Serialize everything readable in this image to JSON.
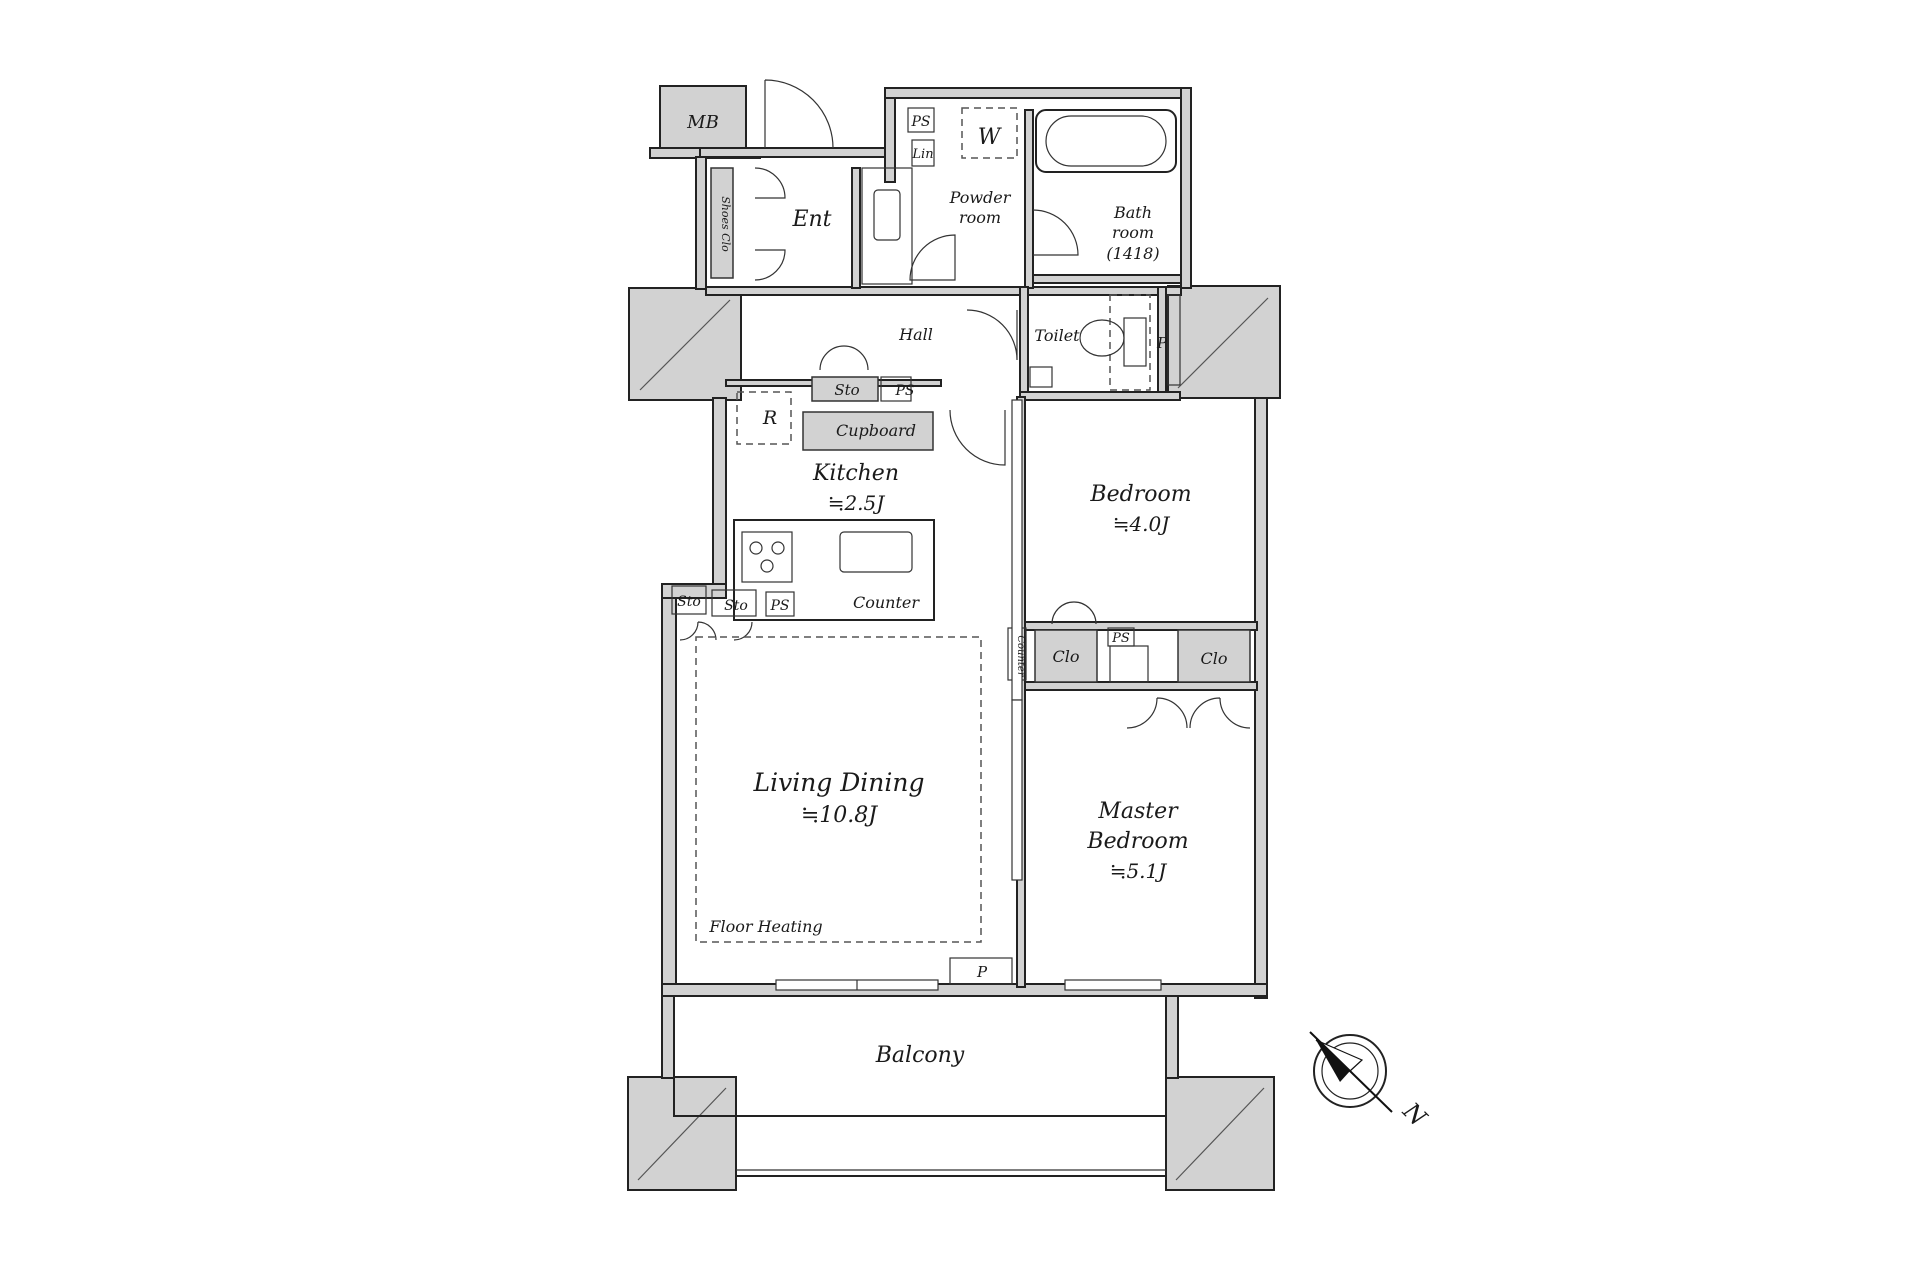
{
  "rooms": {
    "mb": "MB",
    "entrance": "Ent",
    "shoes_closet": "Shoes Clo",
    "ps_top": "PS",
    "linen": "Lin",
    "washer": "W",
    "powder_room": [
      "Powder",
      "room"
    ],
    "bathroom": [
      "Bath",
      "room",
      "(1418)"
    ],
    "hall": "Hall",
    "toilet": "Toilet",
    "toilet_p": "P",
    "storage_hall": "Sto",
    "ps_hall": "PS",
    "refrigerator": "R",
    "cupboard": "Cupboard",
    "kitchen": {
      "name": "Kitchen",
      "size": "≒2.5J"
    },
    "storage_1": "Sto",
    "storage_2": "Sto",
    "ps_kitchen": "PS",
    "counter": "Counter",
    "bedroom": {
      "name": "Bedroom",
      "size": "≒4.0J"
    },
    "closet_1": "Clo",
    "closet_2": "Clo",
    "ps_bedroom": "PS",
    "counter_vertical": "Counter",
    "living_dining": {
      "name": "Living Dining",
      "size": "≒10.8J"
    },
    "floor_heating": "Floor Heating",
    "p_living": "P",
    "master_bedroom": {
      "name_line1": "Master",
      "name_line2": "Bedroom",
      "size": "≒5.1J"
    },
    "balcony": "Balcony"
  },
  "compass": {
    "label": "N",
    "icon": "north-compass-icon"
  }
}
